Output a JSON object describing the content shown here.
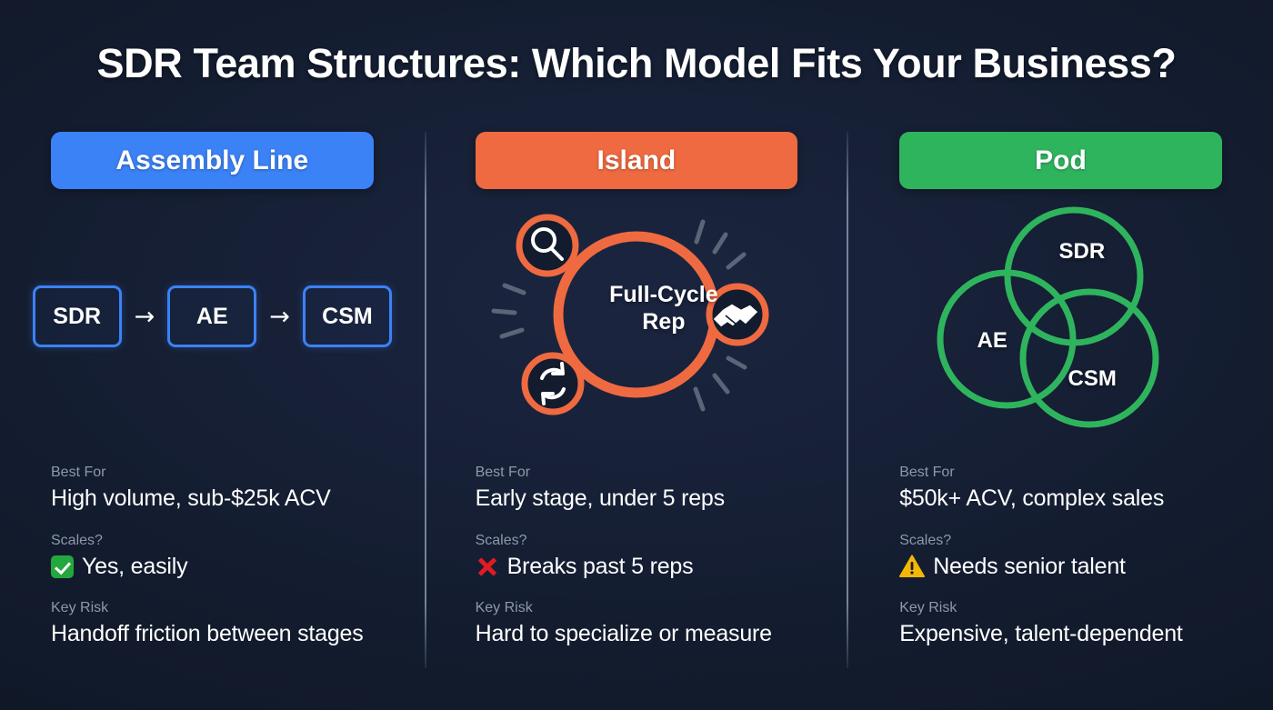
{
  "header": {
    "title": "SDR Team Structures: Which Model Fits Your Business?"
  },
  "colors": {
    "background": "#131c2e",
    "assembly_accent": "#3b82f6",
    "island_accent": "#ef6a40",
    "pod_accent": "#2fb45e",
    "label_muted": "#8d99ab",
    "divider": "#74839b",
    "check_green": "#22a83e",
    "cross_red": "#e01b24",
    "warn_amber": "#f2b707"
  },
  "fact_labels": {
    "best_for": "Best For",
    "scales": "Scales?",
    "key_risk": "Key Risk"
  },
  "columns": [
    {
      "id": "assembly-line",
      "heading": "Assembly Line",
      "diagram": {
        "type": "flow",
        "nodes": [
          "SDR",
          "AE",
          "CSM"
        ],
        "connector": "→"
      },
      "best_for": "High volume, sub-$25k ACV",
      "scales": "Yes, easily",
      "scales_icon": "check-icon",
      "key_risk": "Handoff friction between stages"
    },
    {
      "id": "island",
      "heading": "Island",
      "diagram": {
        "type": "orbit",
        "center_label_line1": "Full-Cycle",
        "center_label_line2": "Rep",
        "satellites": [
          "search-icon",
          "handshake-icon",
          "refresh-icon"
        ]
      },
      "best_for": "Early stage, under 5 reps",
      "scales": "Breaks past 5 reps",
      "scales_icon": "cross-icon",
      "key_risk": "Hard to specialize or measure"
    },
    {
      "id": "pod",
      "heading": "Pod",
      "diagram": {
        "type": "venn",
        "circles": [
          "SDR",
          "AE",
          "CSM"
        ]
      },
      "best_for": "$50k+ ACV, complex sales",
      "scales": "Needs senior talent",
      "scales_icon": "warning-icon",
      "key_risk": "Expensive, talent-dependent"
    }
  ]
}
